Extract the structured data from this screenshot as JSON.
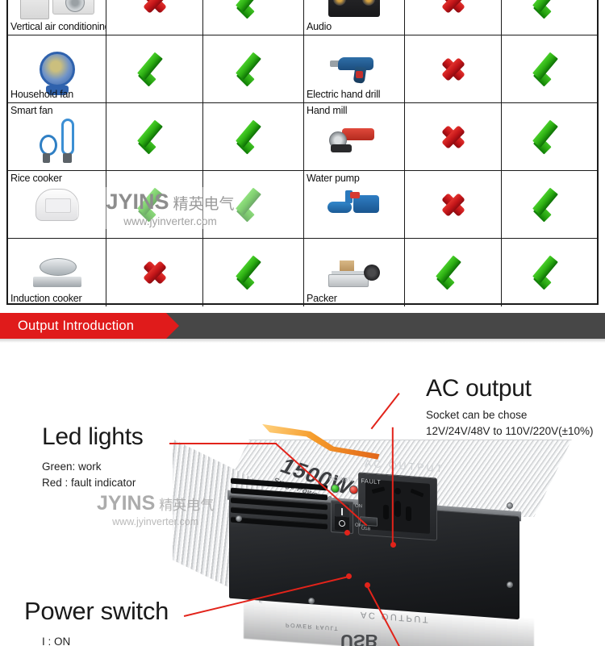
{
  "table": {
    "rows": [
      {
        "left": {
          "label": "Vertical air conditioning",
          "label_pos": "bottom",
          "art": "ac-split",
          "modified_sine": "cross",
          "pure_sine": "check"
        },
        "right": {
          "label": "Audio",
          "label_pos": "bottom",
          "art": "audio",
          "modified_sine": "cross",
          "pure_sine": "check"
        }
      },
      {
        "left": {
          "label": "Household fan",
          "label_pos": "bottom",
          "art": "fan",
          "modified_sine": "check",
          "pure_sine": "check"
        },
        "right": {
          "label": "Electric hand drill",
          "label_pos": "bottom",
          "art": "drill",
          "modified_sine": "cross",
          "pure_sine": "check"
        }
      },
      {
        "left": {
          "label": "Smart fan",
          "label_pos": "top",
          "art": "smart-fan",
          "modified_sine": "check",
          "pure_sine": "check"
        },
        "right": {
          "label": "Hand mill",
          "label_pos": "top",
          "art": "mill",
          "modified_sine": "cross",
          "pure_sine": "check"
        }
      },
      {
        "left": {
          "label": "Rice cooker",
          "label_pos": "top",
          "art": "rice-cooker",
          "modified_sine": "check",
          "pure_sine": "check"
        },
        "right": {
          "label": "Water pump",
          "label_pos": "top",
          "art": "pump",
          "modified_sine": "cross",
          "pure_sine": "check"
        }
      },
      {
        "left": {
          "label": "Induction cooker",
          "label_pos": "bottom",
          "art": "induction",
          "modified_sine": "cross",
          "pure_sine": "check"
        },
        "right": {
          "label": "Packer",
          "label_pos": "bottom",
          "art": "packer",
          "modified_sine": "check",
          "pure_sine": "check"
        }
      }
    ]
  },
  "watermark": {
    "brand": "JYINS",
    "brand_cn": "精英电气",
    "url": "www.jyinverter.com"
  },
  "banner": {
    "title": "Output Introduction",
    "accent_color": "#e01b1b",
    "bar_color": "#474747"
  },
  "callouts": {
    "ac_output": {
      "title": "AC output",
      "line1": "Socket can be chose",
      "line2": "12V/24V/48V to 110V/220V(±10%)"
    },
    "led_lights": {
      "title": "Led lights",
      "line1": "Green: work",
      "line2": "Red : fault indicator"
    },
    "power_switch": {
      "title": "Power switch",
      "line1": "I : ON"
    }
  },
  "product": {
    "power_label": "1500W",
    "surge_label": "Surge Power 3000W",
    "ac_output_text": "AC OUTPUT",
    "led_power_label": "POWER",
    "led_fault_label": "FAULT",
    "switch_on_label": "ON",
    "switch_off_label": "OFF",
    "usb_label": "USB",
    "reflection_ac_text": "AC OUTPUT",
    "reflection_usb_text": "USB",
    "reflection_pf_text": "POWER FAULT"
  }
}
